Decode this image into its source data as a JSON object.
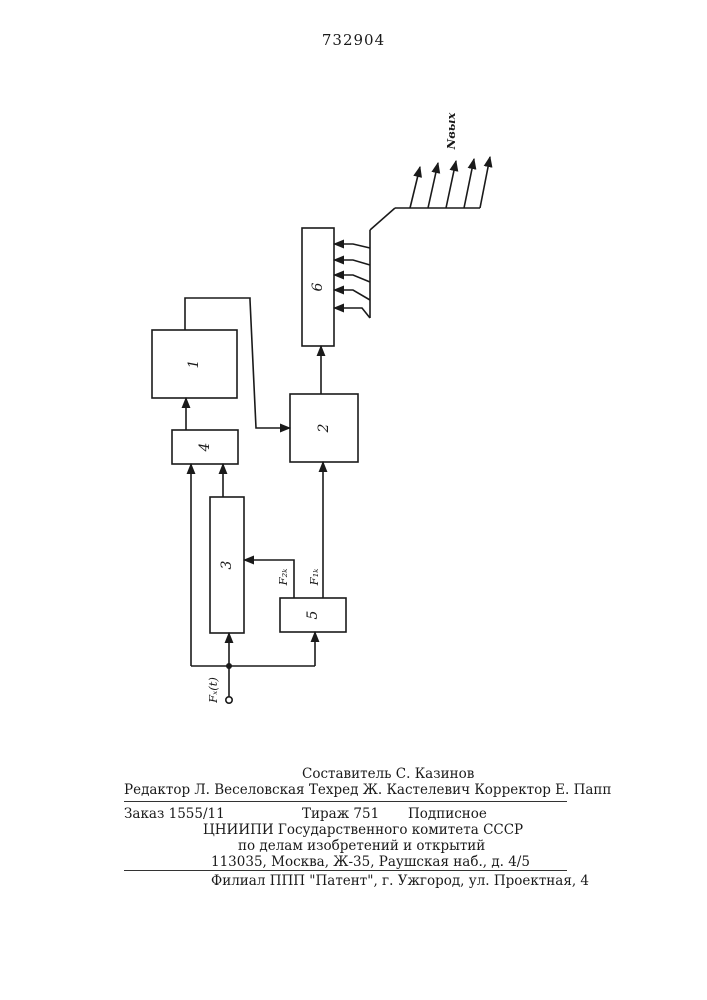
{
  "document": {
    "patent_number": "732904"
  },
  "diagram": {
    "blocks": [
      {
        "id": "1",
        "label": "1"
      },
      {
        "id": "2",
        "label": "2"
      },
      {
        "id": "3",
        "label": "3"
      },
      {
        "id": "4",
        "label": "4"
      },
      {
        "id": "5",
        "label": "5"
      },
      {
        "id": "6",
        "label": "6"
      }
    ],
    "signals": {
      "input": "Fₓ(t)",
      "f1k": "F₁ₖ",
      "f2k": "F₂ₖ",
      "output": "Nвых"
    }
  },
  "colophon": {
    "compiler": "Составитель С. Казинов",
    "editors": "Редактор Л. Веселовская Техред Ж. Кастелевич Корректор Е. Папп",
    "order": "Заказ 1555/11",
    "circulation": "Тираж 751",
    "subscription": "Подписное",
    "org_line1": "ЦНИИПИ Государственного комитета СССР",
    "org_line2": "по делам изобретений и открытий",
    "address": "113035, Москва, Ж-35, Раушская наб., д. 4/5",
    "branch": "Филиал ППП \"Патент\", г. Ужгород, ул. Проектная, 4"
  }
}
